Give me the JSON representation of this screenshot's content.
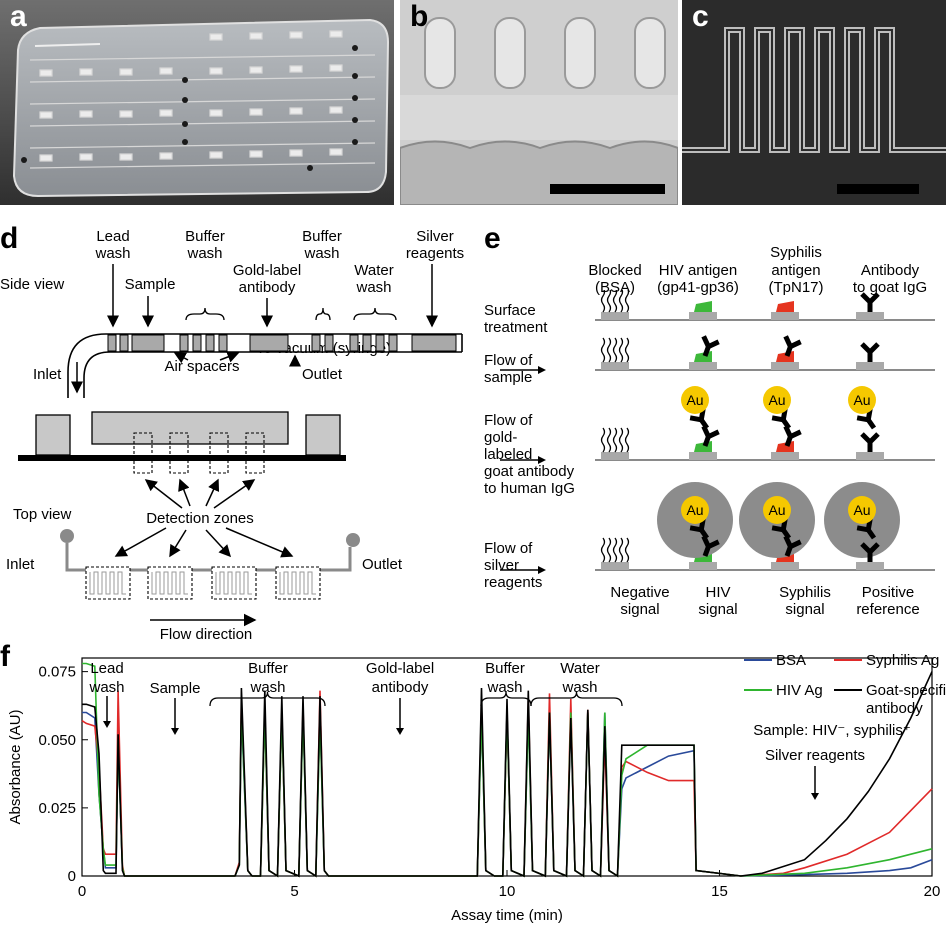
{
  "panels": {
    "a": "a",
    "b": "b",
    "c": "c",
    "d": "d",
    "e": "e",
    "f": "f"
  },
  "d": {
    "top_labels": {
      "lead_wash": [
        "Lead",
        "wash"
      ],
      "buffer_wash1": [
        "Buffer",
        "wash"
      ],
      "buffer_wash2": [
        "Buffer",
        "wash"
      ],
      "silver": [
        "Silver",
        "reagents"
      ],
      "sample": "Sample",
      "gold_label": [
        "Gold-label",
        "antibody"
      ],
      "water_wash": [
        "Water",
        "wash"
      ]
    },
    "side_view": "Side view",
    "air_spacers": "Air spacers",
    "to_vacuum": "To vacuum (syringe)",
    "inlet": "Inlet",
    "outlet": "Outlet",
    "detection_zones": "Detection zones",
    "top_view": "Top view",
    "flow_direction": "Flow direction"
  },
  "e": {
    "columns": [
      [
        "Blocked",
        "(BSA)"
      ],
      [
        "HIV antigen",
        "(gp41-gp36)"
      ],
      [
        "Syphilis",
        "antigen",
        "(TpN17)"
      ],
      [
        "Antibody",
        "to goat IgG"
      ]
    ],
    "rows": [
      [
        "Surface",
        "treatment"
      ],
      [
        "Flow of",
        "sample"
      ],
      [
        "Flow of",
        "gold-",
        "labeled",
        "goat antibody",
        "to human IgG"
      ],
      [
        "Flow of",
        "silver",
        "reagents"
      ]
    ],
    "au": "Au",
    "signals": [
      [
        "Negative",
        "signal"
      ],
      [
        "HIV",
        "signal"
      ],
      [
        "Syphilis",
        "signal"
      ],
      [
        "Positive",
        "reference"
      ]
    ],
    "colors": {
      "hiv": "#3db83a",
      "syphilis": "#e5341f",
      "gold": "#f5c800",
      "silver": "#8c8c8c",
      "antibody": "#000000",
      "surface": "#a9a9a9"
    }
  },
  "f": {
    "annotations": {
      "lead_wash": [
        "Lead",
        "wash"
      ],
      "sample": "Sample",
      "buffer_wash1": [
        "Buffer",
        "wash"
      ],
      "gold_label": [
        "Gold-label",
        "antibody"
      ],
      "buffer_wash2": [
        "Buffer",
        "wash"
      ],
      "water_wash": [
        "Water",
        "wash"
      ],
      "sample_note": "Sample: HIV⁻, syphilis⁺",
      "silver": "Silver reagents"
    }
  },
  "chart_data": {
    "type": "line",
    "xlabel": "Assay time (min)",
    "ylabel": "Absorbance (AU)",
    "xlim": [
      0,
      20
    ],
    "ylim": [
      0,
      0.08
    ],
    "xticks": [
      0,
      5,
      10,
      15,
      20
    ],
    "yticks": [
      "0",
      "0.025",
      "0.050",
      "0.075"
    ],
    "ytick_values": [
      0,
      0.025,
      0.05,
      0.075
    ],
    "legend": "top-right",
    "series": [
      {
        "name": "BSA",
        "color": "#2a4a9a",
        "x": [
          0,
          0.1,
          0.3,
          0.4,
          0.5,
          0.55,
          0.8,
          0.85,
          0.95,
          1.0,
          1.05,
          3.6,
          3.7,
          3.75,
          3.9,
          4.0,
          4.2,
          4.3,
          4.4,
          4.6,
          4.7,
          4.8,
          5.1,
          5.2,
          5.3,
          5.5,
          5.6,
          5.7,
          5.8,
          9.3,
          9.4,
          9.5,
          9.7,
          9.9,
          10.0,
          10.1,
          10.4,
          10.5,
          10.6,
          10.9,
          11.0,
          11.1,
          11.4,
          11.5,
          11.6,
          11.8,
          11.9,
          12.0,
          12.2,
          12.3,
          12.4,
          12.6,
          12.7,
          12.8,
          13.3,
          13.8,
          14.4,
          14.45,
          15.5,
          17,
          18,
          19,
          19.5,
          20
        ],
        "y": [
          0.06,
          0.06,
          0.058,
          0.03,
          0.01,
          0.003,
          0.003,
          0.05,
          0.003,
          0.0,
          0,
          0,
          0.004,
          0.06,
          0.002,
          0,
          0,
          0.06,
          0.002,
          0,
          0.06,
          0.002,
          0,
          0.06,
          0.002,
          0,
          0.06,
          0.002,
          0,
          0,
          0.06,
          0.002,
          0,
          0,
          0.06,
          0.002,
          0,
          0.06,
          0.002,
          0,
          0.06,
          0.002,
          0,
          0.06,
          0.002,
          0,
          0.06,
          0.002,
          0,
          0.06,
          0.002,
          0,
          0.032,
          0.036,
          0.04,
          0.044,
          0.046,
          0.002,
          0,
          0.0005,
          0.001,
          0.002,
          0.003,
          0.006
        ]
      },
      {
        "name": "Syphilis Ag",
        "color": "#e02a2a",
        "x": [
          0,
          0.1,
          0.3,
          0.4,
          0.5,
          0.55,
          0.8,
          0.85,
          0.95,
          1.0,
          1.05,
          3.6,
          3.7,
          3.75,
          3.9,
          4.0,
          4.2,
          4.3,
          4.4,
          4.6,
          4.7,
          4.8,
          5.1,
          5.2,
          5.3,
          5.5,
          5.6,
          5.7,
          5.8,
          9.3,
          9.4,
          9.5,
          9.7,
          9.9,
          10.0,
          10.1,
          10.4,
          10.5,
          10.6,
          10.9,
          11.0,
          11.1,
          11.4,
          11.5,
          11.6,
          11.8,
          11.9,
          12.0,
          12.2,
          12.3,
          12.4,
          12.6,
          12.7,
          12.8,
          13.3,
          13.8,
          14.4,
          14.45,
          15.5,
          16.5,
          17,
          18,
          19,
          19.5,
          20
        ],
        "y": [
          0.057,
          0.056,
          0.055,
          0.04,
          0.01,
          0.008,
          0.008,
          0.068,
          0.004,
          0.0,
          0,
          0,
          0.005,
          0.065,
          0.002,
          0,
          0,
          0.06,
          0.002,
          0,
          0.06,
          0.002,
          0,
          0.062,
          0.002,
          0,
          0.068,
          0.002,
          0,
          0,
          0.063,
          0.002,
          0,
          0,
          0.06,
          0.002,
          0,
          0.065,
          0.002,
          0,
          0.067,
          0.002,
          0,
          0.065,
          0.002,
          0,
          0.061,
          0.002,
          0,
          0.05,
          0.002,
          0,
          0.04,
          0.042,
          0.038,
          0.035,
          0.035,
          0.002,
          0,
          0.001,
          0.003,
          0.008,
          0.016,
          0.024,
          0.032
        ]
      },
      {
        "name": "HIV Ag",
        "color": "#2fb52f",
        "x": [
          0,
          0.1,
          0.3,
          0.4,
          0.5,
          0.55,
          0.8,
          0.85,
          0.95,
          1.0,
          1.05,
          3.6,
          3.7,
          3.75,
          3.9,
          4.0,
          4.2,
          4.3,
          4.4,
          4.6,
          4.7,
          4.8,
          5.1,
          5.2,
          5.3,
          5.5,
          5.6,
          5.7,
          5.8,
          9.3,
          9.4,
          9.5,
          9.7,
          9.9,
          10.0,
          10.1,
          10.4,
          10.5,
          10.6,
          10.9,
          11.0,
          11.1,
          11.4,
          11.5,
          11.6,
          11.8,
          11.9,
          12.0,
          12.2,
          12.3,
          12.4,
          12.6,
          12.7,
          12.8,
          13.3,
          13.8,
          14.4,
          14.45,
          15.5,
          17,
          18,
          19,
          19.5,
          20
        ],
        "y": [
          0.078,
          0.078,
          0.077,
          0.03,
          0.01,
          0.004,
          0.004,
          0.05,
          0.003,
          0.0,
          0,
          0,
          0.004,
          0.062,
          0.002,
          0,
          0,
          0.06,
          0.002,
          0,
          0.06,
          0.002,
          0,
          0.06,
          0.002,
          0,
          0.058,
          0.002,
          0,
          0,
          0.06,
          0.002,
          0,
          0,
          0.06,
          0.002,
          0,
          0.06,
          0.002,
          0,
          0.06,
          0.002,
          0,
          0.06,
          0.002,
          0,
          0.06,
          0.002,
          0,
          0.06,
          0.002,
          0,
          0.037,
          0.043,
          0.048,
          0.048,
          0.048,
          0.002,
          0,
          0.001,
          0.003,
          0.006,
          0.008,
          0.01
        ]
      },
      {
        "name": "Goat-specific antibody",
        "color": "#000000",
        "x": [
          0,
          0.1,
          0.3,
          0.4,
          0.5,
          0.55,
          0.8,
          0.85,
          0.95,
          1.0,
          1.05,
          3.6,
          3.7,
          3.75,
          3.9,
          4.0,
          4.2,
          4.3,
          4.4,
          4.6,
          4.7,
          4.8,
          5.1,
          5.2,
          5.3,
          5.5,
          5.6,
          5.7,
          5.8,
          9.3,
          9.4,
          9.5,
          9.7,
          9.9,
          10.0,
          10.1,
          10.4,
          10.5,
          10.6,
          10.9,
          11.0,
          11.1,
          11.4,
          11.5,
          11.6,
          11.8,
          11.9,
          12.0,
          12.2,
          12.3,
          12.4,
          12.6,
          12.7,
          12.8,
          13.3,
          13.8,
          14.4,
          14.45,
          15.5,
          16,
          17,
          17.5,
          18,
          18.5,
          19,
          19.5,
          20
        ],
        "y": [
          0.063,
          0.063,
          0.062,
          0.045,
          0.002,
          0.001,
          0.001,
          0.052,
          0.002,
          0.0,
          0,
          0,
          0.004,
          0.069,
          0.002,
          0,
          0,
          0.068,
          0.002,
          0,
          0.066,
          0.002,
          0,
          0.066,
          0.002,
          0,
          0.066,
          0.002,
          0,
          0,
          0.069,
          0.002,
          0,
          0,
          0.065,
          0.002,
          0,
          0.068,
          0.002,
          0,
          0.06,
          0.002,
          0,
          0.058,
          0.002,
          0,
          0.061,
          0.002,
          0,
          0.055,
          0.002,
          0,
          0.048,
          0.048,
          0.048,
          0.048,
          0.048,
          0.002,
          0,
          0.001,
          0.006,
          0.013,
          0.021,
          0.031,
          0.043,
          0.058,
          0.075
        ]
      }
    ]
  }
}
